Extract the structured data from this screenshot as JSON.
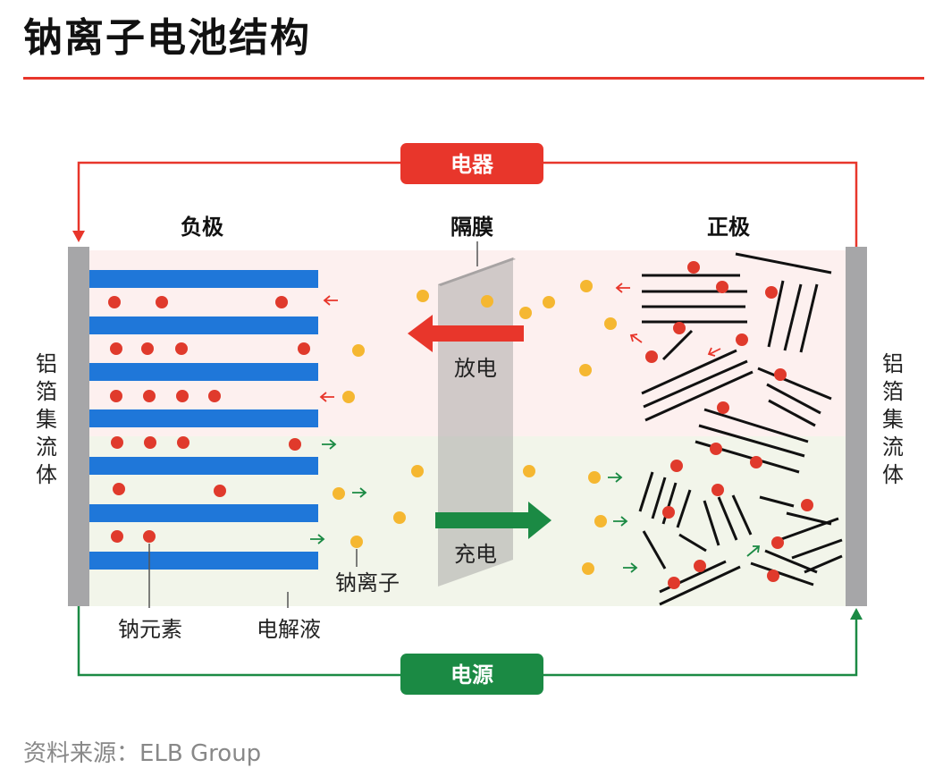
{
  "title": "钠离子电池结构",
  "source": "资料来源：ELB Group",
  "labels": {
    "appliance": "电器",
    "power_source": "电源",
    "negative": "负极",
    "separator": "隔膜",
    "positive": "正极",
    "collector_left": "铝箔集流体",
    "collector_right": "铝箔集流体",
    "discharge": "放电",
    "charge": "充电",
    "sodium_ion": "钠离子",
    "sodium_element": "钠元素",
    "electrolyte": "电解液"
  },
  "colors": {
    "red": "#e8362b",
    "green": "#1b8a44",
    "blue": "#1f77d9",
    "ion": "#f5b731",
    "collector": "#a6a6a8",
    "top_region": "#fdf0ef",
    "bottom_region": "#f2f5ea"
  }
}
